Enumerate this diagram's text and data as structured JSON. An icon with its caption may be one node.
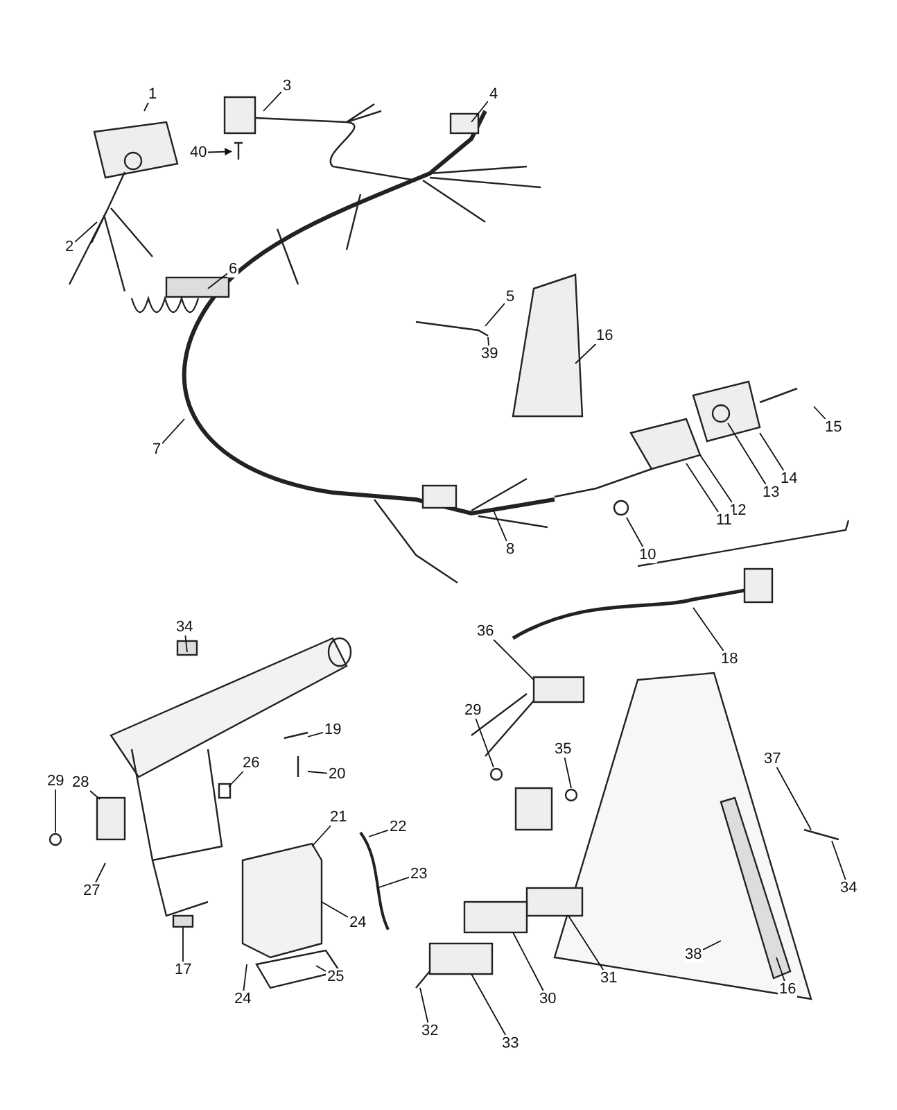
{
  "diagram": {
    "nodes": [
      {
        "text": [
          "1"
        ]
      },
      {
        "text": [
          "3"
        ]
      },
      {
        "text": [
          "4"
        ]
      },
      {
        "text": [
          "40"
        ]
      },
      {
        "text": [
          "2"
        ]
      },
      {
        "text": [
          "6"
        ]
      },
      {
        "text": [
          "5"
        ]
      },
      {
        "text": [
          "39"
        ]
      },
      {
        "text": [
          "16"
        ]
      },
      {
        "text": [
          "15"
        ]
      },
      {
        "text": [
          "7"
        ]
      },
      {
        "text": [
          "14"
        ]
      },
      {
        "text": [
          "13"
        ]
      },
      {
        "text": [
          "12"
        ]
      },
      {
        "text": [
          "11"
        ]
      },
      {
        "text": [
          "8"
        ]
      },
      {
        "text": [
          "10"
        ]
      },
      {
        "text": [
          "18"
        ]
      },
      {
        "text": [
          "34"
        ]
      },
      {
        "text": [
          "36"
        ]
      },
      {
        "text": [
          "29"
        ]
      },
      {
        "text": [
          "19"
        ]
      },
      {
        "text": [
          "26"
        ]
      },
      {
        "text": [
          "20"
        ]
      },
      {
        "text": [
          "35"
        ]
      },
      {
        "text": [
          "37"
        ]
      },
      {
        "text": [
          "29"
        ]
      },
      {
        "text": [
          "28"
        ]
      },
      {
        "text": [
          "21"
        ]
      },
      {
        "text": [
          "22"
        ]
      },
      {
        "text": [
          "23"
        ]
      },
      {
        "text": [
          "34"
        ]
      },
      {
        "text": [
          "27"
        ]
      },
      {
        "text": [
          "24"
        ]
      },
      {
        "text": [
          "17"
        ]
      },
      {
        "text": [
          "38"
        ]
      },
      {
        "text": [
          "24"
        ]
      },
      {
        "text": [
          "25"
        ]
      },
      {
        "text": [
          "16"
        ]
      },
      {
        "text": [
          "30"
        ]
      },
      {
        "text": [
          "31"
        ]
      },
      {
        "text": [
          "32"
        ]
      },
      {
        "text": [
          "33"
        ]
      },
      {
        "text": [],
        "shape": "picture"
      },
      {
        "text": [],
        "shape": "picture"
      }
    ],
    "edges": [
      {
        "from": 0,
        "to": null,
        "arrow": "none"
      },
      {
        "from": 1,
        "to": null,
        "arrow": "none"
      },
      {
        "from": 2,
        "to": null,
        "arrow": "none"
      },
      {
        "from": 3,
        "to": 43,
        "arrow": "to"
      },
      {
        "from": 4,
        "to": null,
        "arrow": "none"
      },
      {
        "from": 5,
        "to": null,
        "arrow": "none"
      },
      {
        "from": 6,
        "to": null,
        "arrow": "none"
      },
      {
        "from": 7,
        "to": null,
        "arrow": "none"
      },
      {
        "from": 8,
        "to": null,
        "arrow": "none"
      },
      {
        "from": 9,
        "to": null,
        "arrow": "none"
      },
      {
        "from": 10,
        "to": null,
        "arrow": "none"
      },
      {
        "from": 11,
        "to": null,
        "arrow": "none"
      },
      {
        "from": 12,
        "to": null,
        "arrow": "none"
      },
      {
        "from": 13,
        "to": null,
        "arrow": "none"
      },
      {
        "from": 14,
        "to": null,
        "arrow": "none"
      },
      {
        "from": 15,
        "to": null,
        "arrow": "none"
      },
      {
        "from": 16,
        "to": 44,
        "arrow": "none"
      },
      {
        "from": 17,
        "to": null,
        "arrow": "none"
      },
      {
        "from": 18,
        "to": null,
        "arrow": "none"
      },
      {
        "from": 19,
        "to": null,
        "arrow": "none"
      },
      {
        "from": 20,
        "to": null,
        "arrow": "none"
      },
      {
        "from": 21,
        "to": null,
        "arrow": "none"
      },
      {
        "from": 22,
        "to": null,
        "arrow": "none"
      },
      {
        "from": 23,
        "to": null,
        "arrow": "none"
      },
      {
        "from": 24,
        "to": null,
        "arrow": "none"
      },
      {
        "from": 25,
        "to": null,
        "arrow": "none"
      },
      {
        "from": 26,
        "to": null,
        "arrow": "none"
      },
      {
        "from": 27,
        "to": null,
        "arrow": "none"
      },
      {
        "from": 28,
        "to": null,
        "arrow": "none"
      },
      {
        "from": 29,
        "to": null,
        "arrow": "none"
      },
      {
        "from": 30,
        "to": null,
        "arrow": "none"
      },
      {
        "from": 31,
        "to": null,
        "arrow": "none"
      },
      {
        "from": 32,
        "to": null,
        "arrow": "none"
      },
      {
        "from": 33,
        "to": null,
        "arrow": "none"
      },
      {
        "from": 34,
        "to": null,
        "arrow": "none"
      },
      {
        "from": 35,
        "to": null,
        "arrow": "none"
      },
      {
        "from": 36,
        "to": null,
        "arrow": "none"
      },
      {
        "from": 37,
        "to": null,
        "arrow": "none"
      },
      {
        "from": 38,
        "to": null,
        "arrow": "none"
      },
      {
        "from": 39,
        "to": null,
        "arrow": "none"
      },
      {
        "from": 40,
        "to": null,
        "arrow": "none"
      },
      {
        "from": 41,
        "to": null,
        "arrow": "none"
      },
      {
        "from": 42,
        "to": null,
        "arrow": "none"
      }
    ]
  }
}
